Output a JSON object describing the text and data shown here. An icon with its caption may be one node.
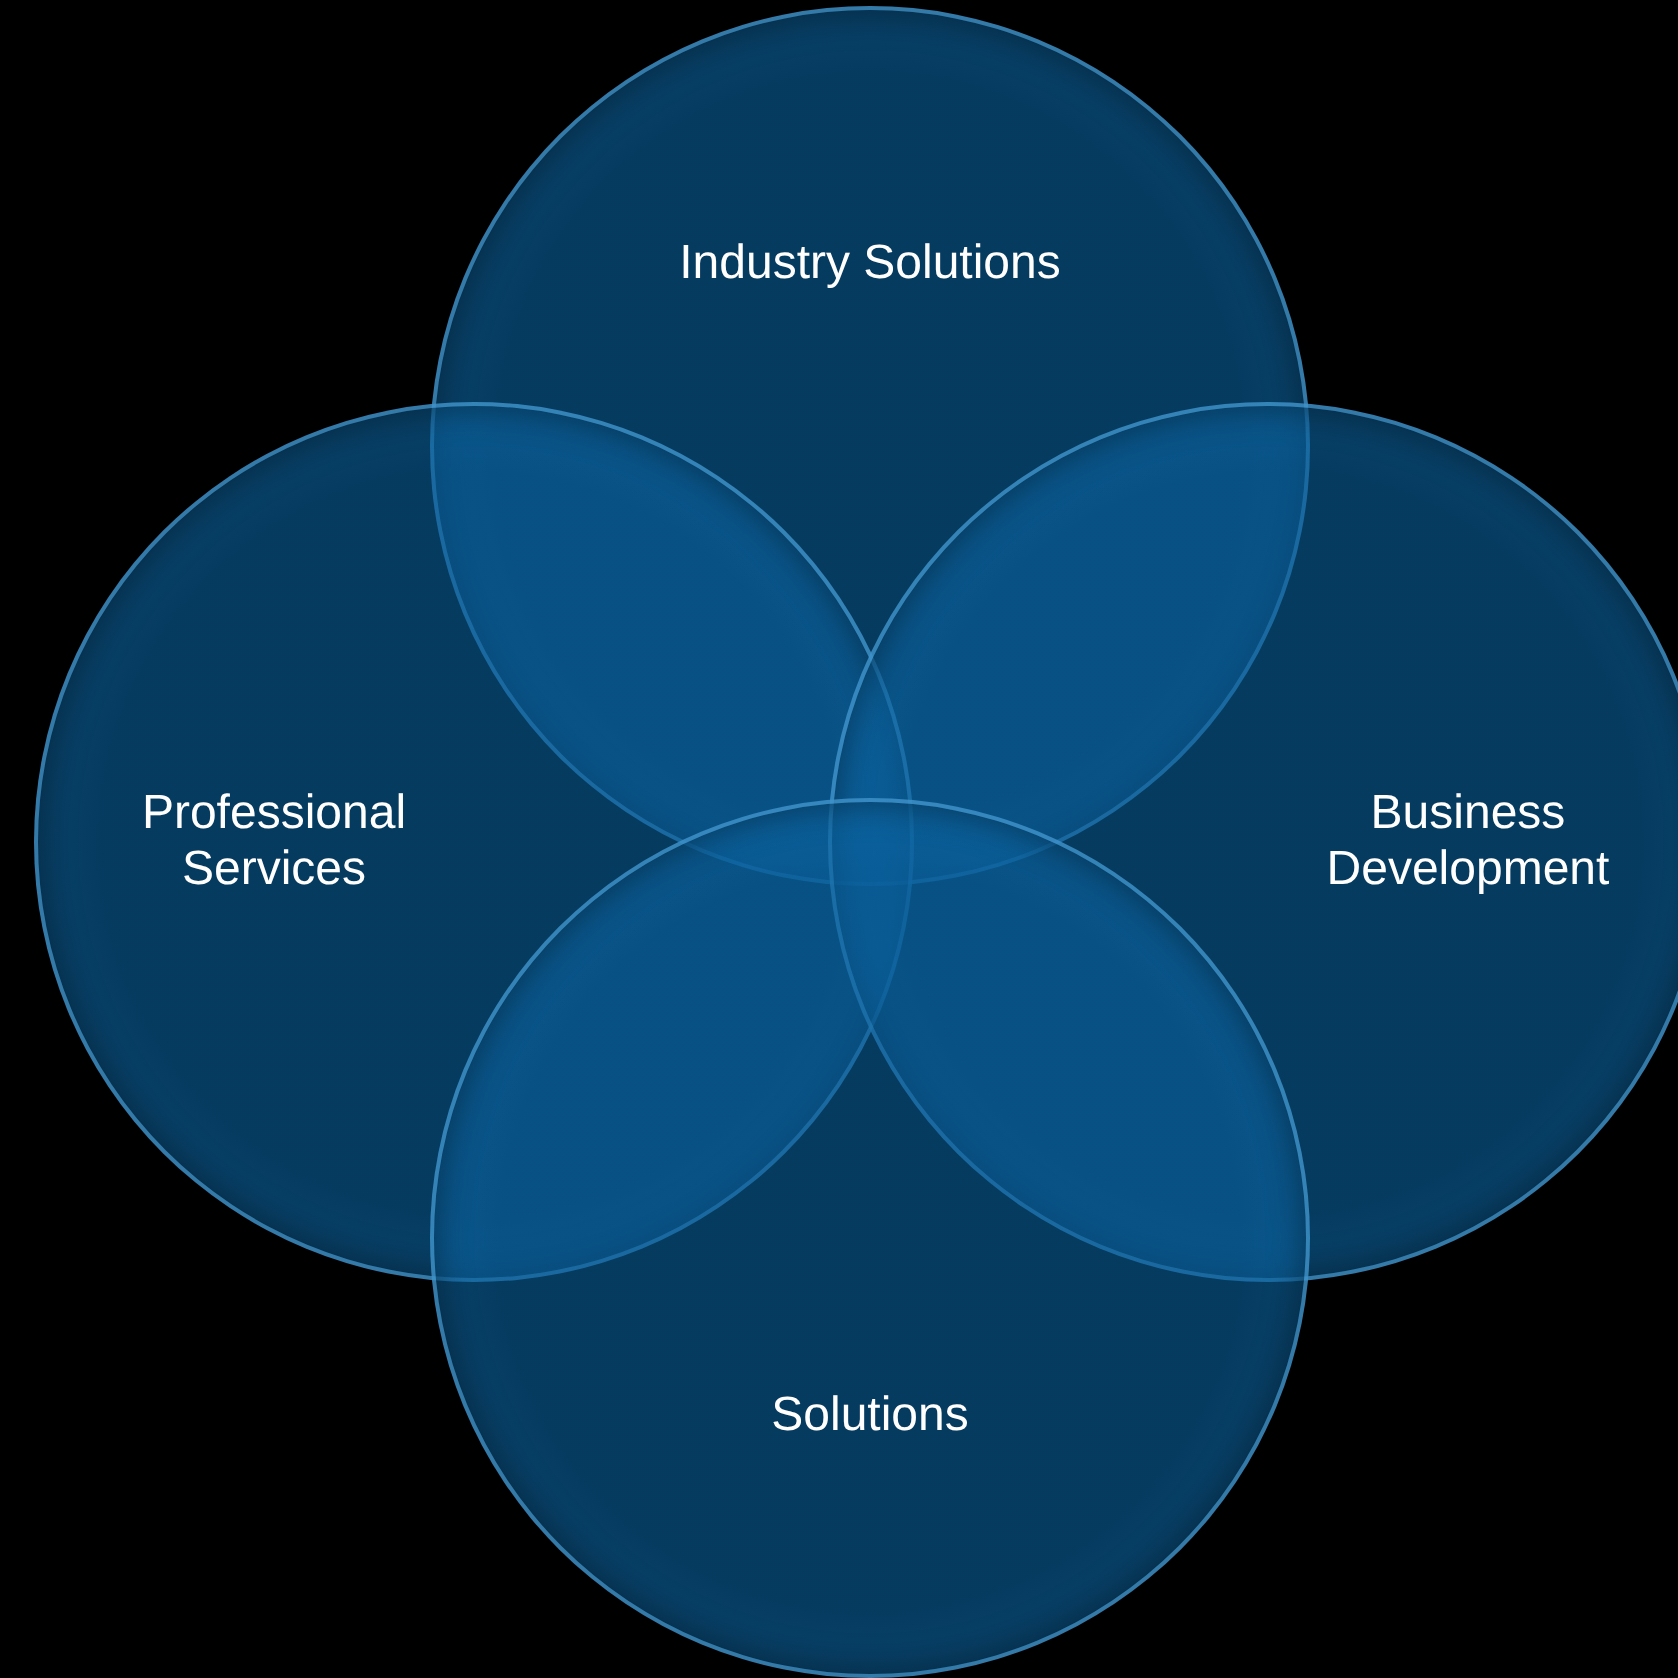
{
  "diagram": {
    "nodes": [
      {
        "text": [
          "Industry Solutions"
        ]
      },
      {
        "text": [
          "Professional Services"
        ]
      },
      {
        "text": [
          "Business Development"
        ]
      },
      {
        "text": [
          "Solutions"
        ]
      }
    ]
  }
}
